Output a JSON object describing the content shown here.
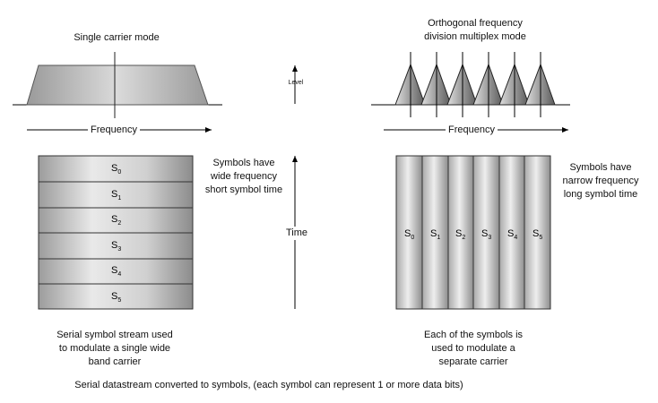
{
  "left": {
    "title": "Single carrier mode",
    "frequency_label": "Frequency",
    "symbols": [
      "0",
      "1",
      "2",
      "3",
      "4",
      "5"
    ],
    "side_note": [
      "Symbols have",
      "wide frequency",
      "short symbol time"
    ],
    "caption": [
      "Serial symbol stream used",
      "to modulate a single wide",
      "band carrier"
    ]
  },
  "middle": {
    "level_label": "Level",
    "time_label": "Time"
  },
  "right": {
    "title": [
      "Orthogonal frequency",
      "division multiplex mode"
    ],
    "frequency_label": "Frequency",
    "symbols": [
      "0",
      "1",
      "2",
      "3",
      "4",
      "5"
    ],
    "side_note": [
      "Symbols have",
      "narrow frequency",
      "long symbol time"
    ],
    "caption": [
      "Each of the symbols is",
      "used to modulate a",
      "separate carrier"
    ]
  },
  "footer": "Serial datastream converted to symbols, (each symbol can represent 1 or more data bits)",
  "colors": {
    "line": "#000000",
    "shape_dark": "#6e6e6e",
    "shape_light": "#dcdcdc"
  }
}
